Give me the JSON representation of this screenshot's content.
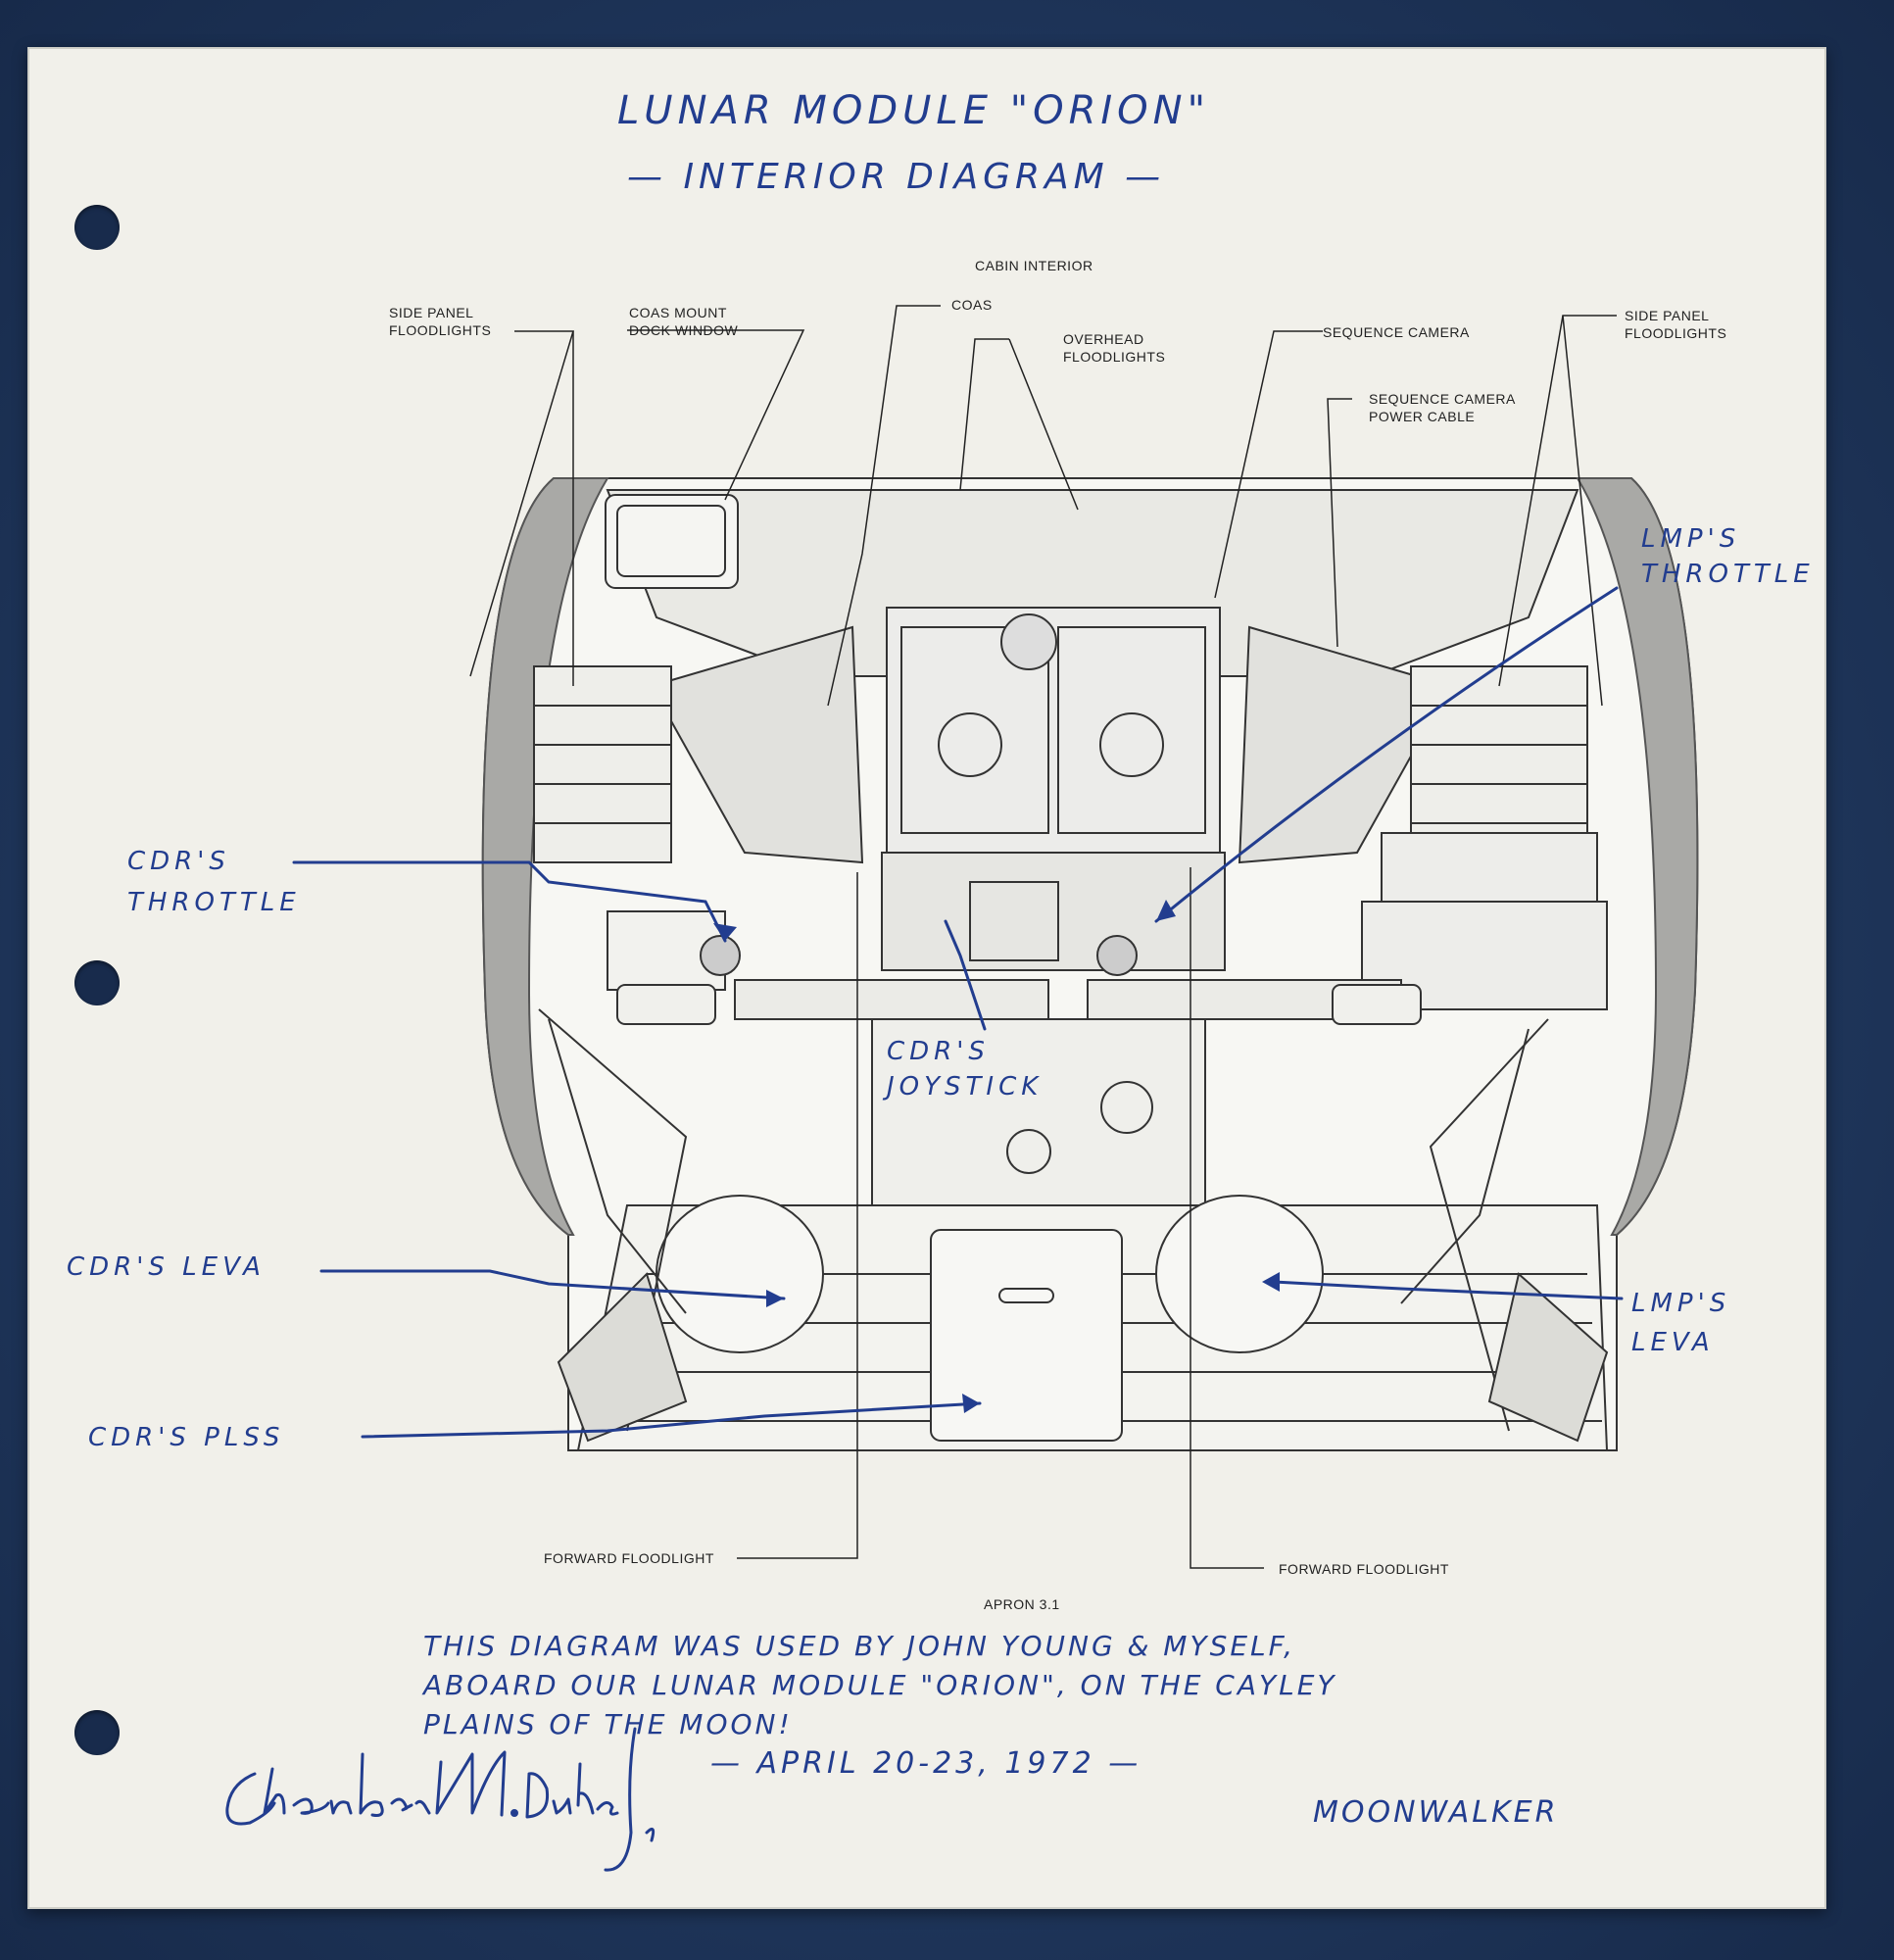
{
  "header": {
    "title": "LUNAR MODULE \"ORION\"",
    "subtitle": "— INTERIOR DIAGRAM —"
  },
  "printed_labels": {
    "cabin_interior": "CABIN INTERIOR",
    "side_panel_floodlights_left": [
      "SIDE PANEL",
      "FLOODLIGHTS"
    ],
    "coas_mount": [
      "COAS MOUNT",
      "DOCK WINDOW"
    ],
    "coas": "COAS",
    "overhead_floodlights": [
      "OVERHEAD",
      "FLOODLIGHTS"
    ],
    "sequence_camera": "SEQUENCE CAMERA",
    "sequence_camera_power_cable": [
      "SEQUENCE CAMERA",
      "POWER CABLE"
    ],
    "side_panel_floodlights_right": [
      "SIDE PANEL",
      "FLOODLIGHTS"
    ],
    "forward_floodlight_left": "FORWARD FLOODLIGHT",
    "forward_floodlight_right": "FORWARD FLOODLIGHT",
    "figure_ref": "APRON 3.1"
  },
  "handwritten_labels": {
    "lmp_throttle": [
      "LMP'S",
      "THROTTLE"
    ],
    "cdr_throttle": [
      "CDR'S",
      "THROTTLE"
    ],
    "cdr_joystick": [
      "CDR'S",
      "JOYSTICK"
    ],
    "cdr_leva": "CDR'S LEVA",
    "lmp_leva": [
      "LMP'S",
      "LEVA"
    ],
    "cdr_plss": "CDR'S PLSS"
  },
  "inscription": {
    "lines": [
      "THIS DIAGRAM WAS USED BY JOHN YOUNG & MYSELF,",
      "ABOARD OUR LUNAR MODULE \"ORION\", ON THE CAYLEY",
      "PLAINS OF THE MOON!"
    ],
    "date": "— APRIL 20-23, 1972 —",
    "signature": "Charles M. Duke Jr.",
    "title": "MOONWALKER"
  },
  "colors": {
    "ink": "#223d8f",
    "print": "#222222",
    "paper": "#f1f0ea",
    "frame": "#1f3559"
  }
}
